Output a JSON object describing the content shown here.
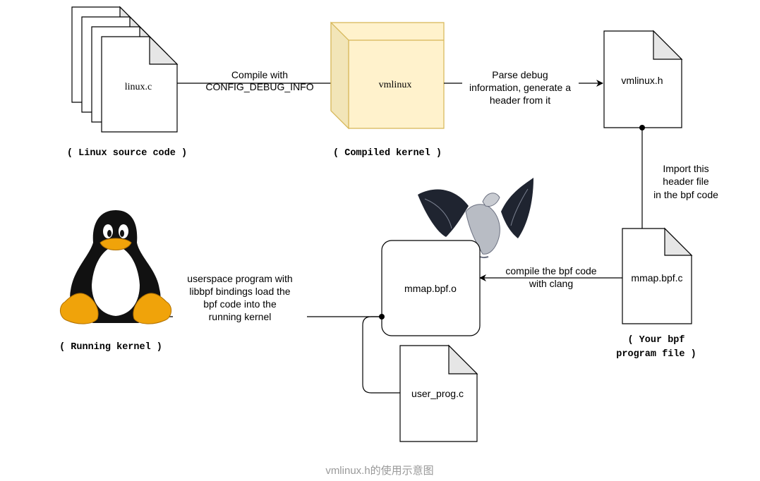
{
  "nodes": {
    "linux_c": "linux.c",
    "vmlinux": "vmlinux",
    "vmlinux_h": "vmlinux.h",
    "mmap_bpf_c": "mmap.bpf.c",
    "mmap_bpf_o": "mmap.bpf.o",
    "user_prog_c": "user_prog.c"
  },
  "captions": {
    "linux_source": "( Linux source code )",
    "compiled_kernel": "( Compiled kernel )",
    "your_bpf_line1": "( Your bpf",
    "your_bpf_line2": "program file )",
    "running_kernel": "( Running kernel )"
  },
  "edges": {
    "compile_line1": "Compile with",
    "compile_line2": "CONFIG_DEBUG_INFO",
    "parse_line1": "Parse debug",
    "parse_line2": "information, generate a",
    "parse_line3": "header from it",
    "import_line1": "Import this",
    "import_line2": "header file",
    "import_line3": "in the bpf code",
    "clang_line1": "compile the bpf code",
    "clang_line2": "with clang",
    "load_line1": "userspace program with",
    "load_line2": "libbpf bindings load the",
    "load_line3": "bpf code into the",
    "load_line4": "running kernel"
  },
  "icons": [
    "tux-penguin-icon",
    "llvm-dragon-icon"
  ],
  "colors": {
    "cube_fill": "#fff2cc",
    "cube_stroke": "#d6b656",
    "doc_fold": "#e6e6e6",
    "caption": "#999999"
  },
  "figure_caption": "vmlinux.h的使用示意图"
}
